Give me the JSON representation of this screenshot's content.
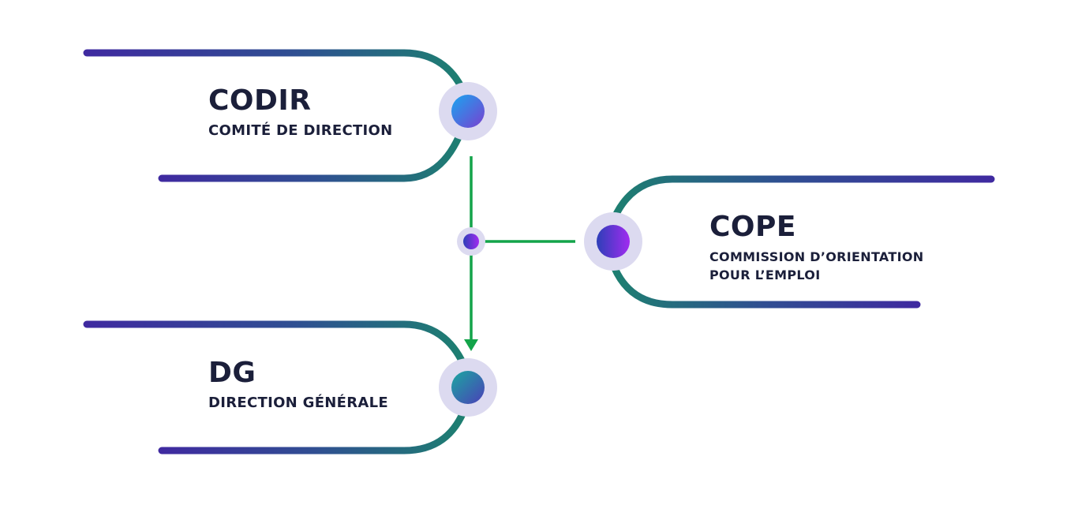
{
  "nodes": {
    "codir": {
      "title": "CODIR",
      "subtitle": "COMITÉ DE DIRECTION"
    },
    "dg": {
      "title": "DG",
      "subtitle": "DIRECTION GÉNÉRALE"
    },
    "cope": {
      "title": "COPE",
      "subtitle_line1": "COMMISSION D’ORIENTATION",
      "subtitle_line2": "POUR L’EMPLOI"
    }
  },
  "colors": {
    "bracket_start": "#3f2aa0",
    "bracket_end": "#1d8070",
    "connector": "#13a44a",
    "halo": "#dcdaf0",
    "text": "#1b1f3a"
  }
}
